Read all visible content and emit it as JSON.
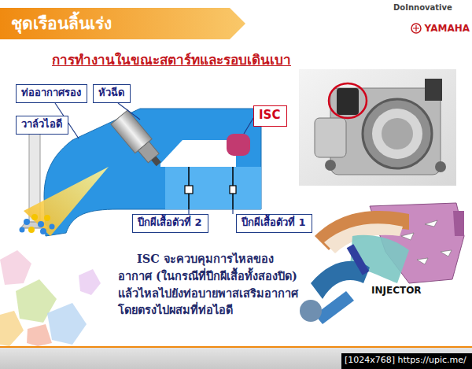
{
  "diagram": {
    "title": "ชุดเรือนลิ้นเร่ง",
    "nodes": [
      {
        "text": [
          "ท่ออากาศรอง"
        ]
      },
      {
        "text": [
          "หัวฉีด"
        ]
      },
      {
        "text": [
          "วาล์วไอดี"
        ]
      },
      {
        "text": [
          "ISC"
        ]
      },
      {
        "text": [
          "ปีกผีเสื้อตัวที่ 2"
        ]
      },
      {
        "text": [
          "ปีกผีเสื้อตัวที่ 1"
        ]
      }
    ],
    "labels": [
      "การทำงานในขณะสตาร์ทและรอบเดินเบา",
      "DoInnovative",
      "YAMAHA",
      "ISC จะควบคุมการไหลของอากาศ (ในกรณีที่ปีกผีเสื้อทั้งสองปิด) แล้วไหลไปยังท่อบายพาสเสริมอากาศโดยตรงไปผสมที่ท่อไอดี",
      "INJECTOR",
      "[1024x768] https://upic.me/"
    ]
  }
}
